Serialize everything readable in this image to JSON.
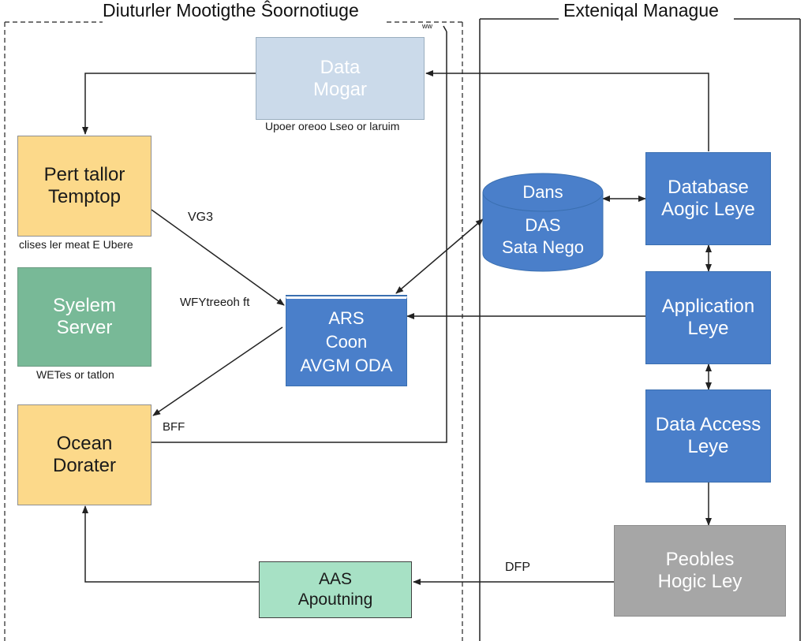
{
  "left_panel": {
    "title": "Diuturler Mootigthe Ŝoornotiuge",
    "top_marker": "ww"
  },
  "right_panel": {
    "title": "Exteniqal Manague"
  },
  "nodes": {
    "data_mogar": {
      "label": "Data\nMogar",
      "caption": "Upoer oreoo Lseo or laruim"
    },
    "pert_tallor": {
      "label": "Pert tallor\nTemptop",
      "caption": "clises ler meat E Ubere"
    },
    "syelem_server": {
      "label": "Syelem\nServer",
      "caption": "WETes or tatlon"
    },
    "ocean_dorater": {
      "label": "Ocean\nDorater"
    },
    "ars_coon": {
      "label": "ARS\nCoon\nAVGM ODA"
    },
    "aas_apoutning": {
      "label": "AAS\nApoutning"
    },
    "dans_db": {
      "top_label": "Dans",
      "label": "DAS\nSata Nego"
    },
    "database_logic": {
      "label": "Database\nAogic Leye"
    },
    "application_layer": {
      "label": "Application\nLeye"
    },
    "data_access": {
      "label": "Data Access\nLeye"
    },
    "peobles_logic": {
      "label": "Peobles\nHogic Ley"
    }
  },
  "edge_labels": {
    "vg3": "VG3",
    "wfy": "WFYtreeoh ft",
    "bff": "BFF",
    "dfp": "DFP"
  },
  "colors": {
    "yellow": "#fcd98a",
    "green": "#78b997",
    "light_green": "#a7e1c5",
    "light_blue": "#cbdaea",
    "blue": "#4a7fca",
    "grey": "#a6a6a6",
    "line": "#222222"
  }
}
